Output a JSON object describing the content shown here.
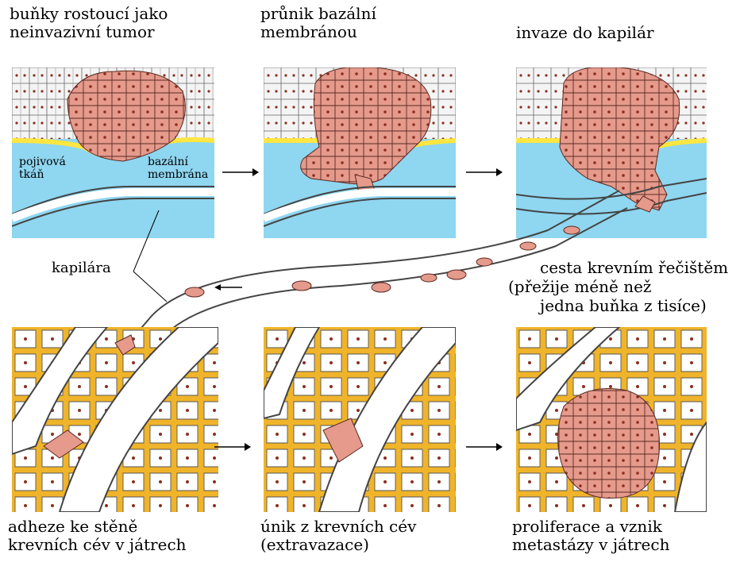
{
  "labels": {
    "tumor": [
      "buňky rostoucí jako",
      "neinvazivní tumor"
    ],
    "breach": [
      "průnik bazální",
      "membránou"
    ],
    "invasion": "invaze do kapilár",
    "connective": [
      "pojivová",
      "tkáň"
    ],
    "basal": [
      "bazální",
      "membrána"
    ],
    "capillary": "kapilára",
    "travel": [
      "cesta krevním řečištěm",
      "(přežije méně než",
      "jedna buňka z tisíce)"
    ],
    "adhesion": [
      "adheze ke stěně",
      "krevních cév v játrech"
    ],
    "escape": [
      "únik z krevních cév",
      "(extravazace)"
    ],
    "prolif": [
      "proliferace a vznik",
      "metastázy v játrech"
    ]
  },
  "colors": {
    "tumor_cell": "#e59a8c",
    "tumor_outline": "#5a2a22",
    "tissue": "#8fd6f0",
    "membrane": "#ffe640",
    "liver_bg": "#f0b42a",
    "normal_cell": "#ffffff",
    "nucleus": "#8a3020"
  }
}
